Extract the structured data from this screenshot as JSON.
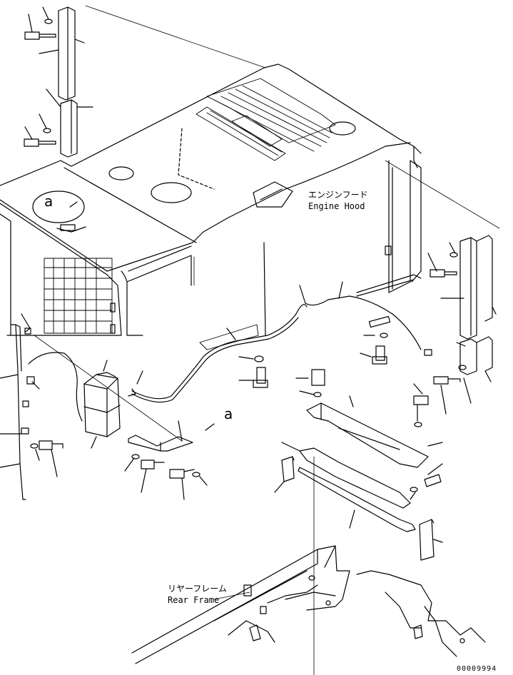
{
  "labels": {
    "engine_hood_jp": "エンジンフード",
    "engine_hood_en": "Engine Hood",
    "rear_frame_jp": "リヤーフレーム",
    "rear_frame_en": "Rear Frame",
    "detail_ref_1": "a",
    "detail_ref_2": "a",
    "drawing_number": "00009994"
  }
}
